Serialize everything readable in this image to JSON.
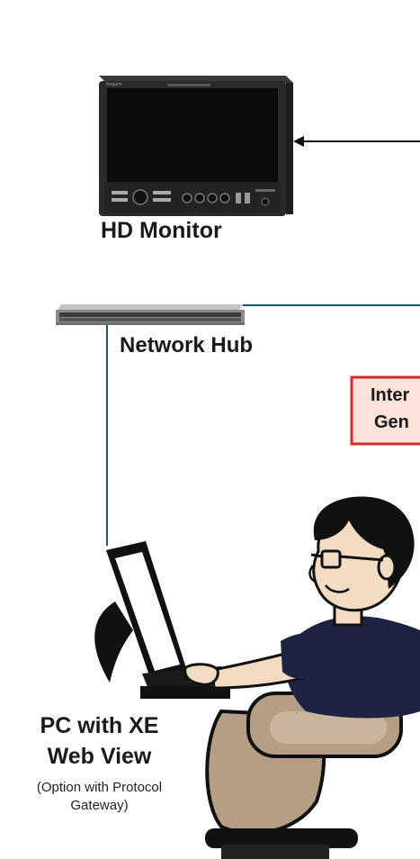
{
  "labels": {
    "hd_monitor": "HD Monitor",
    "network_hub": "Network Hub",
    "box_line1": "Inter",
    "box_line2": "Gen",
    "pc_line1": "PC with XE",
    "pc_line2": "Web View",
    "pc_note1": "(Option with Protocol",
    "pc_note2": "Gateway)"
  },
  "monitor": {
    "brand": "Ikegami"
  },
  "colors": {
    "connector_line": "#1f5a73",
    "box_border": "#d42a2a",
    "box_fill": "#fbe3dc",
    "shirt": "#1d2340",
    "skin": "#f3dcc4",
    "chair": "#b59e86"
  }
}
